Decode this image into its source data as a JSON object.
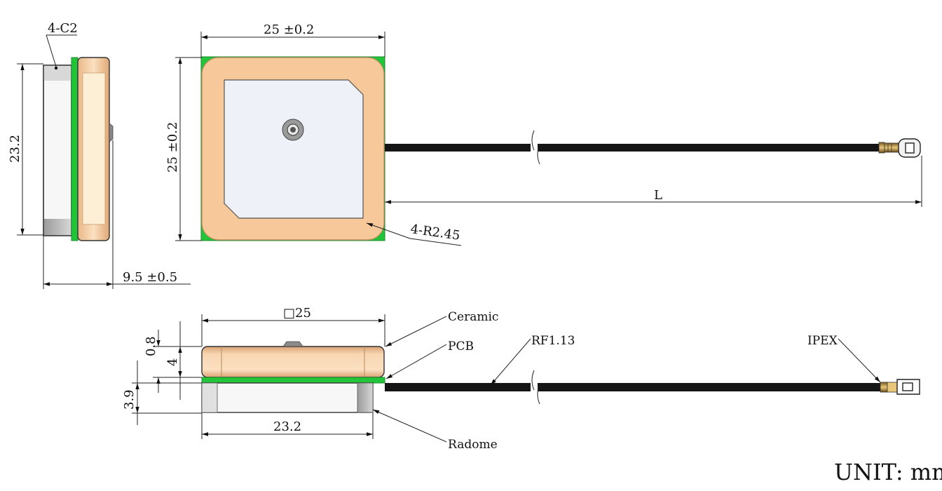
{
  "dimensions": {
    "chamfer_note": "4-C2",
    "side_height": "23.2",
    "top_width": "25 ±0.2",
    "top_height": "25 ±0.2",
    "corner_radius": "4-R2.45",
    "total_thickness": "9.5 ±0.5",
    "cable_length": "L",
    "square_size": "□25",
    "ceramic_thickness_small": "0.8",
    "ceramic_thickness": "4",
    "radome_thickness": "3.9",
    "radome_width": "23.2"
  },
  "labels": {
    "ceramic": "Ceramic",
    "pcb": "PCB",
    "cable": "RF1.13",
    "connector": "IPEX",
    "radome": "Radome"
  },
  "unit_label": "UNIT: mm",
  "colors": {
    "ceramic": "#f7c99a",
    "pcb": "#22c43a",
    "patch": "#eef2f8",
    "radome": "#f2f2f2",
    "cable": "#151515",
    "connector": "#c9a35a"
  }
}
